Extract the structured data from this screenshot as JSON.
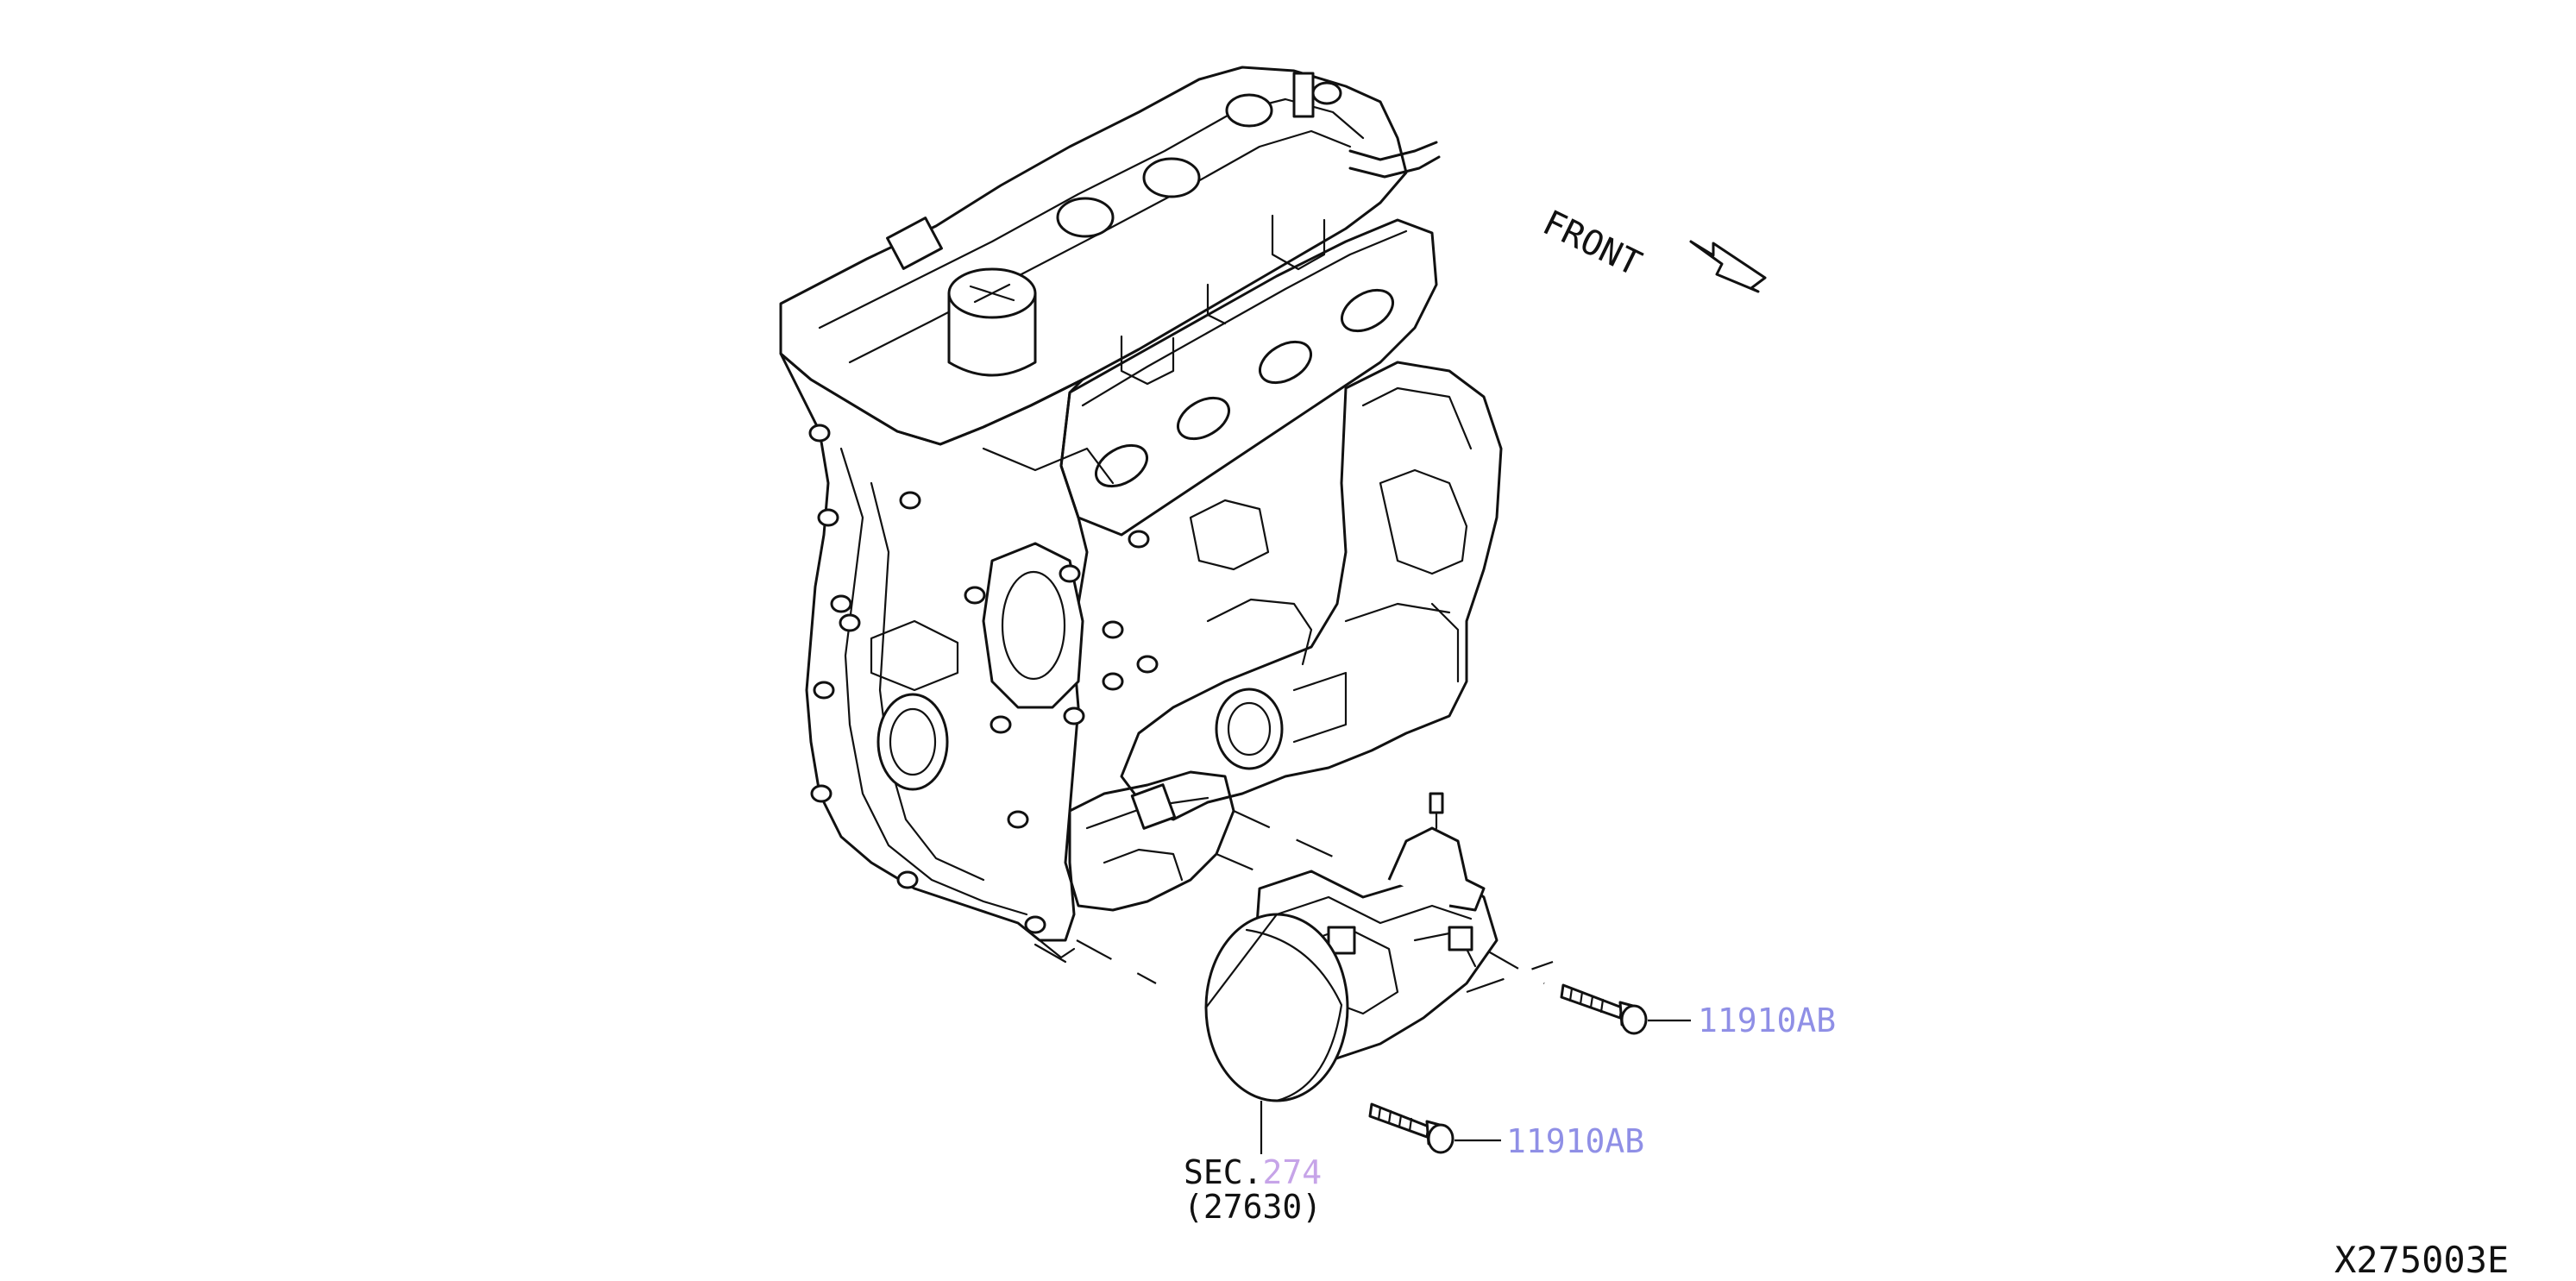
{
  "labels": {
    "front": "FRONT",
    "bolt_upper_part": "11910AB",
    "bolt_lower_part": "11910AB",
    "sec_prefix": "SEC.",
    "sec_number": "274",
    "sec_subpart": "(27630)",
    "diagram_code": "X275003E"
  },
  "colors": {
    "part_link": "#8f8fe6",
    "sec_link": "#c6a4e8",
    "line": "#111111"
  },
  "icons": {
    "front_arrow": "front-arrow-icon"
  }
}
